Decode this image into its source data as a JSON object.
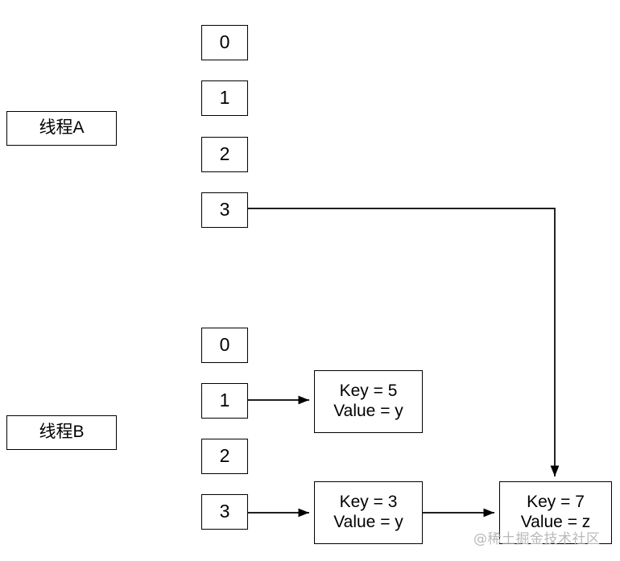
{
  "diagram": {
    "title": "ConcurrentHashMap thread resize diagram",
    "background_color": "#ffffff",
    "stroke_color": "#000000"
  },
  "threads": [
    {
      "label": "线程A"
    },
    {
      "label": "线程B"
    }
  ],
  "thread_a_buckets": [
    {
      "label": "0"
    },
    {
      "label": "1"
    },
    {
      "label": "2"
    },
    {
      "label": "3"
    }
  ],
  "thread_b_buckets": [
    {
      "label": "0"
    },
    {
      "label": "1"
    },
    {
      "label": "2"
    },
    {
      "label": "3"
    }
  ],
  "nodes": [
    {
      "key_line": "Key = 5",
      "value_line": "Value = y"
    },
    {
      "key_line": "Key = 3",
      "value_line": "Value = y"
    },
    {
      "key_line": "Key = 7",
      "value_line": "Value = z"
    }
  ],
  "watermark": {
    "text": "@稀土掘金技术社区",
    "color": "#b9b9b9"
  }
}
